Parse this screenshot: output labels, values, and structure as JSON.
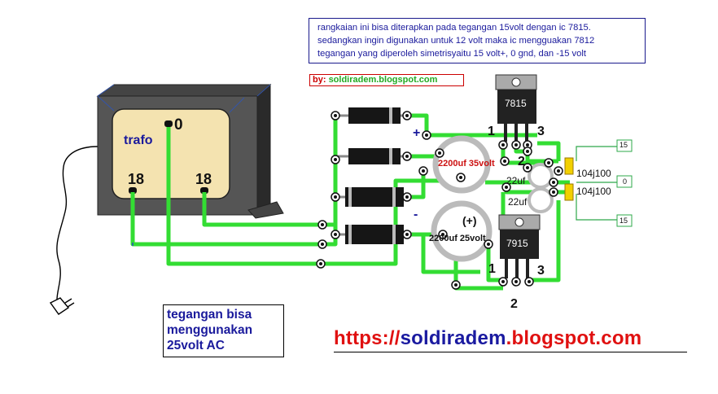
{
  "note": {
    "lines": [
      "rangkaian ini bisa diterapkan pada tegangan 15volt dengan ic 7815.",
      "sedangkan ingin digunakan untuk 12 volt maka ic mengguakan 7812",
      "tegangan yang diperoleh simetrisyaitu 15 volt+, 0 gnd, dan -15 volt"
    ]
  },
  "credit": {
    "by": "by:",
    "url": "soldiradem.blogspot.com"
  },
  "transformer": {
    "name": "trafo",
    "tap_center": "0",
    "tap_left": "18",
    "tap_right": "18"
  },
  "diode_marks": {
    "plus": "+",
    "minus": "-"
  },
  "regulator_top": {
    "part": "7815",
    "pin1": "1",
    "pin2": "2",
    "pin3": "3"
  },
  "regulator_bottom": {
    "part": "7915",
    "pin1": "1",
    "pin2": "2",
    "pin3": "3"
  },
  "capacitors": {
    "big_top": "2200uf 35volt",
    "big_bottom": "2200uf 25volt",
    "big_bottom_plus": "(+)",
    "small_top": "22uf",
    "small_bottom": "22uf",
    "film_top": "104j100",
    "film_bottom": "104j100"
  },
  "outputs": {
    "top": "15",
    "mid": "0",
    "bottom": "15"
  },
  "ac_note": {
    "lines": [
      "tegangan bisa",
      "menggunakan",
      "25volt AC"
    ]
  },
  "site": {
    "prefix": "https://",
    "name": "soldiradem",
    "suffix": ".blogspot.com"
  },
  "colors": {
    "trace": "#33dd33",
    "label_blue": "#1a1a9c",
    "label_red": "#e01010",
    "film_cap": "#f2d000"
  }
}
